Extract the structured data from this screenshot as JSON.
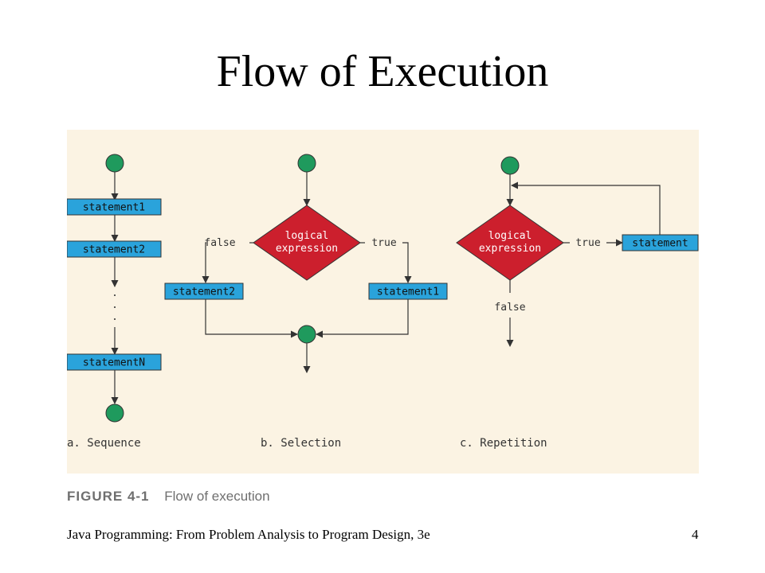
{
  "slide": {
    "title": "Flow of Execution"
  },
  "figure": {
    "caption_number": "FIGURE 4-1",
    "caption_text": "Flow of execution",
    "panel_color": "#fbf3e3",
    "box_color": "#2aa3db",
    "diamond_color": "#cc1f2d",
    "node_color": "#1f9a5d",
    "sequence": {
      "label": "a. Sequence",
      "statements": [
        "statement1",
        "statement2",
        "statementN"
      ],
      "ellipsis": "."
    },
    "selection": {
      "label": "b. Selection",
      "condition_line1": "logical",
      "condition_line2": "expression",
      "false_label": "false",
      "true_label": "true",
      "false_statement": "statement2",
      "true_statement": "statement1"
    },
    "repetition": {
      "label": "c. Repetition",
      "condition_line1": "logical",
      "condition_line2": "expression",
      "true_label": "true",
      "false_label": "false",
      "statement": "statement"
    }
  },
  "footer": {
    "book": "Java Programming: From Problem Analysis to Program Design, 3e",
    "page": "4"
  }
}
